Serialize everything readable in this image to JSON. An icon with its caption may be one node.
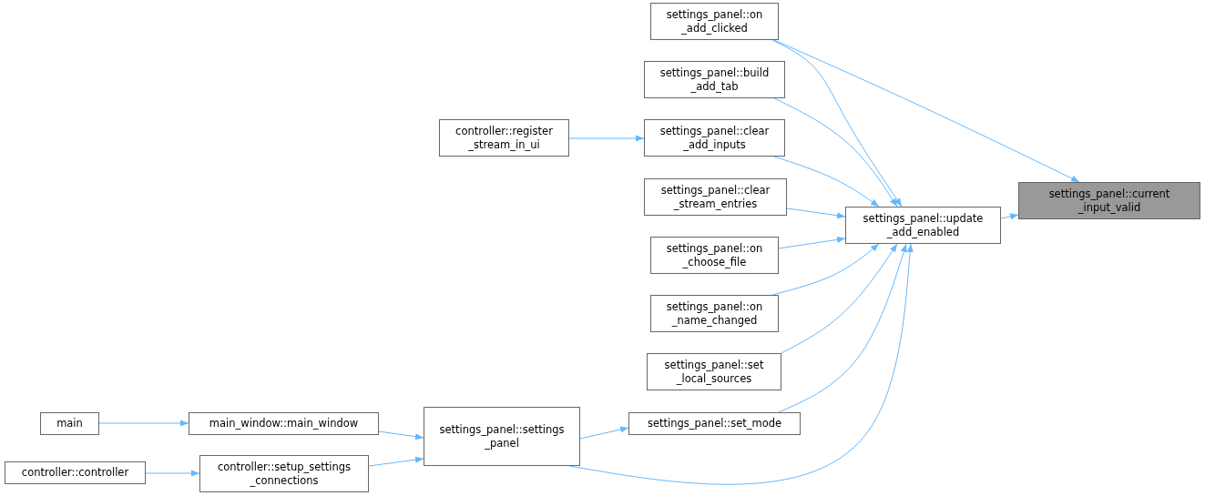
{
  "diagram": {
    "nodes": [
      {
        "text": [
          "settings_panel::current _input_valid"
        ]
      },
      {
        "text": [
          "settings_panel::update _add_enabled"
        ]
      },
      {
        "text": [
          "settings_panel::on _add_clicked"
        ]
      },
      {
        "text": [
          "settings_panel::build _add_tab"
        ]
      },
      {
        "text": [
          "settings_panel::clear _add_inputs"
        ]
      },
      {
        "text": [
          "controller::register _stream_in_ui"
        ]
      },
      {
        "text": [
          "settings_panel::clear _stream_entries"
        ]
      },
      {
        "text": [
          "settings_panel::on _choose_file"
        ]
      },
      {
        "text": [
          "settings_panel::on _name_changed"
        ]
      },
      {
        "text": [
          "settings_panel::set _local_sources"
        ]
      },
      {
        "text": [
          "settings_panel::set_mode"
        ]
      },
      {
        "text": [
          "settings_panel::settings _panel"
        ]
      },
      {
        "text": [
          "main_window::main_window"
        ]
      },
      {
        "text": [
          "main"
        ]
      },
      {
        "text": [
          "controller::setup_settings _connections"
        ]
      },
      {
        "text": [
          "controller::controller"
        ]
      }
    ],
    "edges": [
      {
        "from": 1,
        "to": 0,
        "arrow": "to"
      },
      {
        "from": 2,
        "to": 0,
        "arrow": "to"
      },
      {
        "from": 2,
        "to": 1,
        "arrow": "to"
      },
      {
        "from": 3,
        "to": 1,
        "arrow": "to"
      },
      {
        "from": 4,
        "to": 1,
        "arrow": "to"
      },
      {
        "from": 6,
        "to": 1,
        "arrow": "to"
      },
      {
        "from": 7,
        "to": 1,
        "arrow": "to"
      },
      {
        "from": 8,
        "to": 1,
        "arrow": "to"
      },
      {
        "from": 9,
        "to": 1,
        "arrow": "to"
      },
      {
        "from": 10,
        "to": 1,
        "arrow": "to"
      },
      {
        "from": 11,
        "to": 1,
        "arrow": "to"
      },
      {
        "from": 5,
        "to": 4,
        "arrow": "to"
      },
      {
        "from": 11,
        "to": 10,
        "arrow": "to"
      },
      {
        "from": 12,
        "to": 11,
        "arrow": "to"
      },
      {
        "from": 13,
        "to": 12,
        "arrow": "to"
      },
      {
        "from": 14,
        "to": 11,
        "arrow": "to"
      },
      {
        "from": 15,
        "to": 14,
        "arrow": "to"
      }
    ]
  }
}
